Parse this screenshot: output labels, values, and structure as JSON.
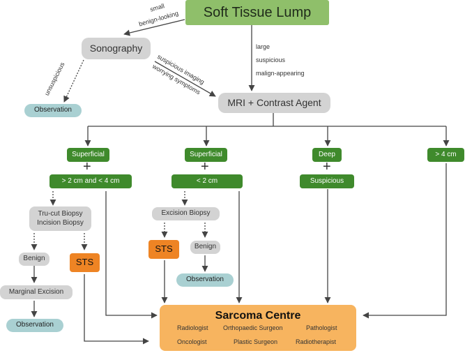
{
  "nodes": {
    "soft_tissue_lump": "Soft Tissue Lump",
    "sonography": "Sonography",
    "observation_1": "Observation",
    "mri": "MRI + Contrast Agent",
    "superficial_1": "Superficial",
    "size_2_4": "> 2 cm and < 4 cm",
    "superficial_2": "Superficial",
    "size_lt2": "< 2 cm",
    "deep": "Deep",
    "suspicious": "Suspicious",
    "gt4": "> 4 cm",
    "trucut_1": "Tru-cut Biopsy",
    "trucut_2": "Incision Biopsy",
    "benign_1": "Benign",
    "sts_1": "STS",
    "marginal_excision": "Marginal Excision",
    "observation_2": "Observation",
    "excision_biopsy": "Excision Biopsy",
    "sts_2": "STS",
    "benign_2": "Benign",
    "observation_3": "Observation"
  },
  "edge_labels": {
    "small": "small",
    "benign_looking": "benign-looking",
    "unsuspicious": "unsuspicious",
    "suspicious_imaging": "suspicious imaging",
    "worrying_symptoms": "worrying symptoms",
    "large": "large",
    "suspicious": "suspicious",
    "malign_appearing": "malign-appearing"
  },
  "plus_sign": "+",
  "sarcoma_centre": {
    "title": "Sarcoma Centre",
    "members": [
      "Radiologist",
      "Orthopaedic Surgeon",
      "Pathologist",
      "Oncologist",
      "Plastic Surgeon",
      "Radiotherapist"
    ]
  },
  "colors": {
    "root": "#8fbf6a",
    "category": "#3f8a2c",
    "process": "#d3d3d3",
    "observation": "#a9d0d2",
    "sts": "#ee8424",
    "centre": "#f7b45f",
    "line": "#444444"
  }
}
